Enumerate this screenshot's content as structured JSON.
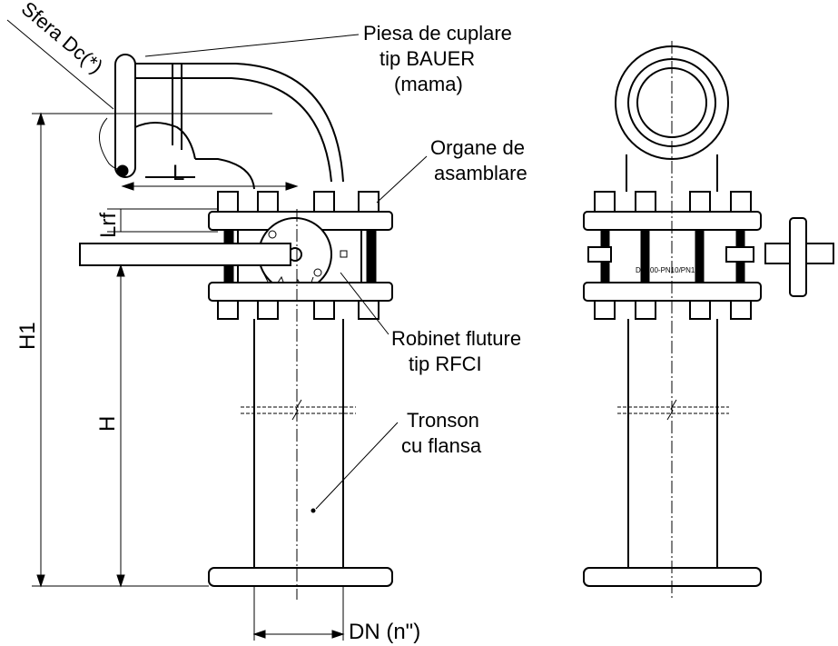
{
  "labels": {
    "sphere": "Sfera Dc(*)",
    "coupling_line1": "Piesa de cuplare",
    "coupling_line2": "tip BAUER",
    "coupling_line3": "(mama)",
    "assembly_line1": "Organe de",
    "assembly_line2": "asamblare",
    "valve_line1": "Robinet fluture",
    "valve_line2": "tip RFCI",
    "pipe_line1": "Tronson",
    "pipe_line2": "cu flansa",
    "dim_L": "L",
    "dim_Lrf": "Lrf",
    "dim_H1": "H1",
    "dim_H": "H",
    "dim_DN": "DN (n\")",
    "valve_marking": "DN100-PN10/PN16"
  },
  "colors": {
    "line": "#000000",
    "background": "#ffffff"
  }
}
